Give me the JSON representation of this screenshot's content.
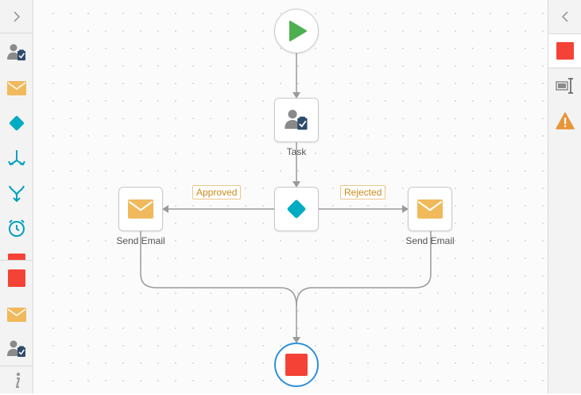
{
  "left_toolbar": {
    "toggle_icon": "chevron-right-icon",
    "items": [
      {
        "icon": "user-task-icon"
      },
      {
        "icon": "email-icon"
      },
      {
        "icon": "decision-diamond-icon"
      },
      {
        "icon": "merge-icon"
      },
      {
        "icon": "split-icon"
      },
      {
        "icon": "timer-icon"
      },
      {
        "icon": "stop-icon"
      },
      {
        "icon": "stop-icon"
      },
      {
        "icon": "email-icon"
      },
      {
        "icon": "user-task-icon"
      },
      {
        "icon": "info-icon"
      }
    ]
  },
  "right_toolbar": {
    "collapse_icon": "chevron-left-icon",
    "items": [
      {
        "icon": "stop-icon"
      },
      {
        "icon": "text-field-icon"
      },
      {
        "icon": "warning-icon"
      }
    ]
  },
  "workflow": {
    "nodes": {
      "task": {
        "label": "Task"
      },
      "send_email_left": {
        "label": "Send Email"
      },
      "send_email_right": {
        "label": "Send Email"
      }
    },
    "branches": {
      "approved": "Approved",
      "rejected": "Rejected"
    }
  },
  "colors": {
    "start_green": "#4caf50",
    "stop_red": "#f44336",
    "decision_teal": "#00acc1",
    "email_orange": "#f0b95b",
    "warning_orange": "#e8953a",
    "end_border_blue": "#2f8fd8",
    "connector_gray": "#9a9a9a"
  }
}
